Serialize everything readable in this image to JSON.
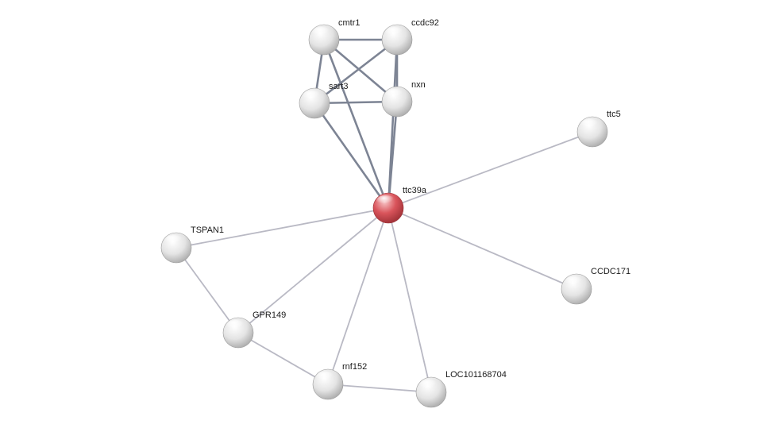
{
  "network": {
    "colors": {
      "query_node": "#d9545b",
      "neighbor_node": "#e6e6e6",
      "edge_strong": "#7d8494",
      "edge_weak": "#b9b9c4"
    },
    "nodes": [
      {
        "id": "cmtr1",
        "label": "cmtr1",
        "query": false
      },
      {
        "id": "ccdc92",
        "label": "ccdc92",
        "query": false
      },
      {
        "id": "sart3",
        "label": "sart3",
        "query": false
      },
      {
        "id": "nxn",
        "label": "nxn",
        "query": false
      },
      {
        "id": "ttc5",
        "label": "ttc5",
        "query": false
      },
      {
        "id": "ttc39a",
        "label": "ttc39a",
        "query": true
      },
      {
        "id": "TSPAN1",
        "label": "TSPAN1",
        "query": false
      },
      {
        "id": "CCDC171",
        "label": "CCDC171",
        "query": false
      },
      {
        "id": "GPR149",
        "label": "GPR149",
        "query": false
      },
      {
        "id": "rnf152",
        "label": "rnf152",
        "query": false
      },
      {
        "id": "LOC101168704",
        "label": "LOC101168704",
        "query": false
      }
    ],
    "edges": [
      {
        "source": "cmtr1",
        "target": "ccdc92",
        "strength": "strong"
      },
      {
        "source": "cmtr1",
        "target": "sart3",
        "strength": "strong"
      },
      {
        "source": "cmtr1",
        "target": "nxn",
        "strength": "strong"
      },
      {
        "source": "cmtr1",
        "target": "ttc39a",
        "strength": "strong"
      },
      {
        "source": "ccdc92",
        "target": "sart3",
        "strength": "strong"
      },
      {
        "source": "ccdc92",
        "target": "nxn",
        "strength": "strong"
      },
      {
        "source": "ccdc92",
        "target": "ttc39a",
        "strength": "strong"
      },
      {
        "source": "sart3",
        "target": "nxn",
        "strength": "strong"
      },
      {
        "source": "sart3",
        "target": "ttc39a",
        "strength": "strong"
      },
      {
        "source": "nxn",
        "target": "ttc39a",
        "strength": "strong"
      },
      {
        "source": "ttc39a",
        "target": "ttc5",
        "strength": "weak"
      },
      {
        "source": "ttc39a",
        "target": "TSPAN1",
        "strength": "weak"
      },
      {
        "source": "ttc39a",
        "target": "CCDC171",
        "strength": "weak"
      },
      {
        "source": "ttc39a",
        "target": "GPR149",
        "strength": "weak"
      },
      {
        "source": "ttc39a",
        "target": "rnf152",
        "strength": "weak"
      },
      {
        "source": "ttc39a",
        "target": "LOC101168704",
        "strength": "weak"
      },
      {
        "source": "TSPAN1",
        "target": "GPR149",
        "strength": "weak"
      },
      {
        "source": "GPR149",
        "target": "rnf152",
        "strength": "weak"
      },
      {
        "source": "rnf152",
        "target": "LOC101168704",
        "strength": "weak"
      }
    ]
  }
}
